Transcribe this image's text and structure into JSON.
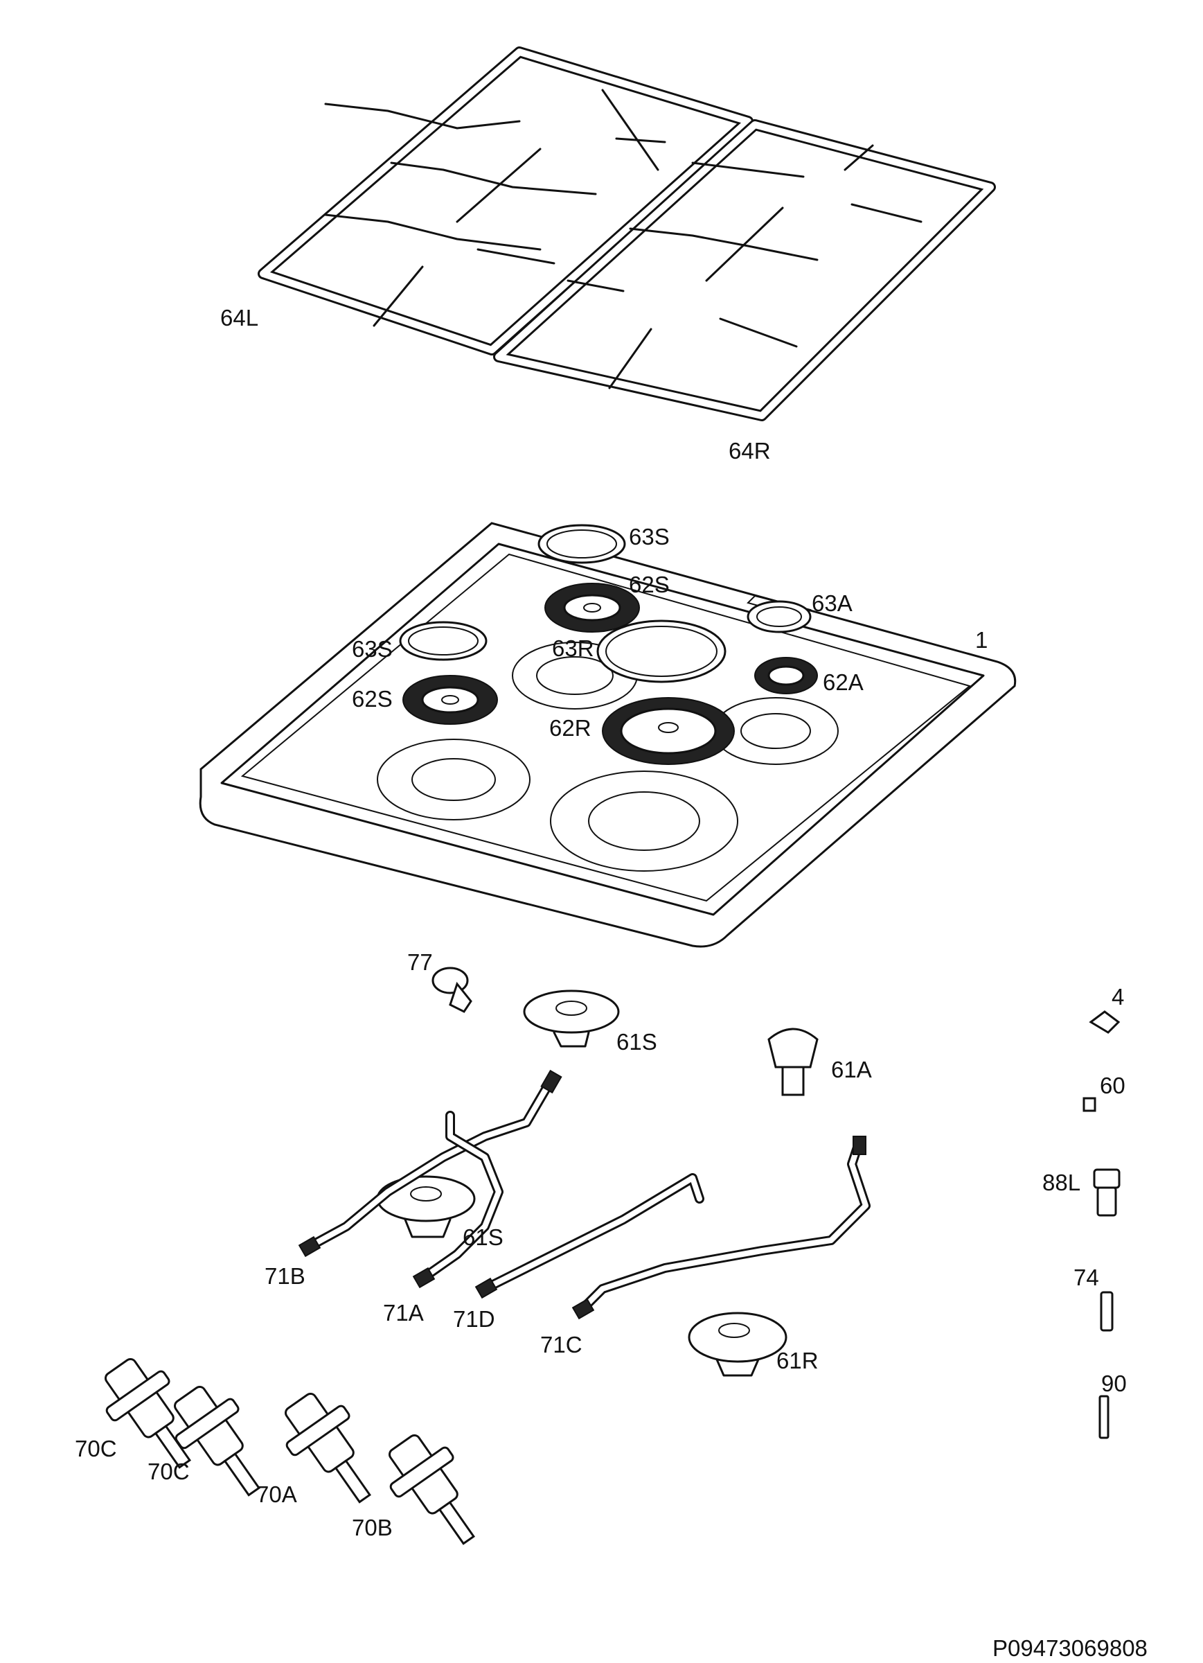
{
  "labels": {
    "l64L": "64L",
    "l64R": "64R",
    "l63S_top": "63S",
    "l62S_top": "62S",
    "l63A": "63A",
    "l1": "1",
    "l63S_left": "63S",
    "l63R": "63R",
    "l62A": "62A",
    "l62S_left": "62S",
    "l62R": "62R",
    "l77": "77",
    "l4": "4",
    "l61S_top": "61S",
    "l61A": "61A",
    "l60": "60",
    "l88L": "88L",
    "l61S_mid": "61S",
    "l71B": "71B",
    "l71A": "71A",
    "l71D": "71D",
    "l71C": "71C",
    "l74": "74",
    "l61R": "61R",
    "l90": "90",
    "l70C_1": "70C",
    "l70C_2": "70C",
    "l70A": "70A",
    "l70B": "70B"
  },
  "document_code": "P09473069808"
}
